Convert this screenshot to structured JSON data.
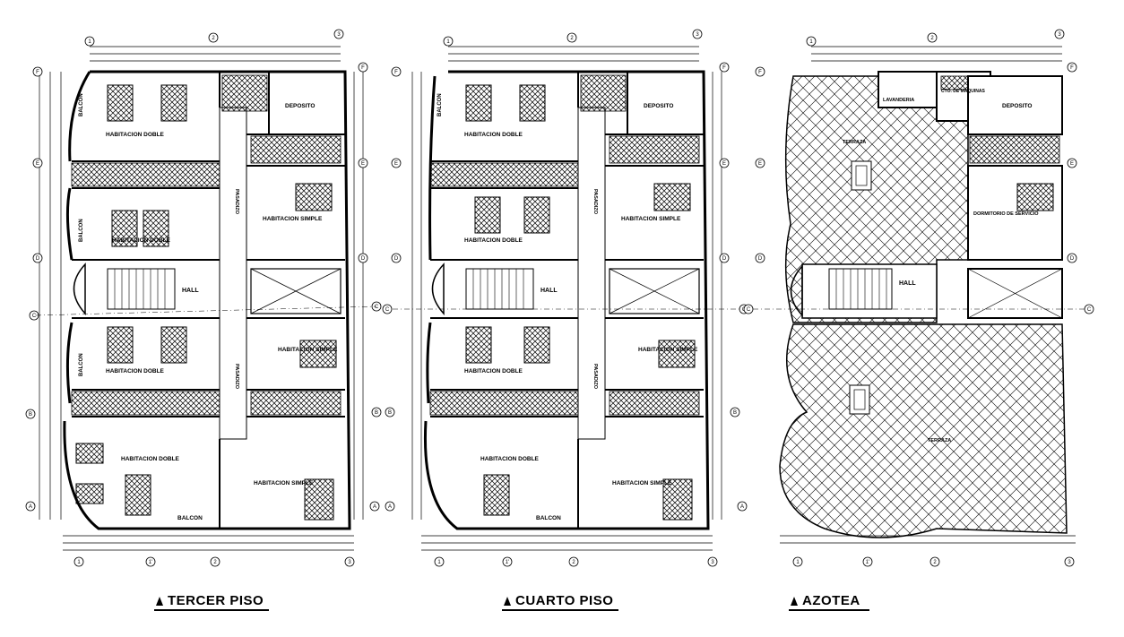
{
  "plans": [
    {
      "title": "TERCER PISO",
      "rooms": {
        "balcon_top": "BALCON",
        "hab_doble_1": "HABITACION DOBLE",
        "deposito": "DEPOSITO",
        "balcon_mid": "BALCON",
        "hab_doble_2": "HABITACION DOBLE",
        "hab_simple_1": "HABITACION SIMPLE",
        "pasadizo_1": "PASADIZO",
        "hall": "HALL",
        "balcon_low": "BALCON",
        "hab_doble_3": "HABITACION DOBLE",
        "hab_simple_2": "HABITACION SIMPLE",
        "pasadizo_2": "PASADIZO",
        "hab_doble_4": "HABITACION DOBLE",
        "hab_simple_3": "HABITACION SIMPLE",
        "balcon_bottom": "BALCON"
      }
    },
    {
      "title": "CUARTO PISO",
      "rooms": {
        "balcon_top": "BALCON",
        "hab_doble_1": "HABITACION DOBLE",
        "deposito": "DEPOSITO",
        "hab_doble_2": "HABITACION DOBLE",
        "hab_simple_1": "HABITACION SIMPLE",
        "pasadizo_1": "PASADIZO",
        "hall": "HALL",
        "hab_doble_3": "HABITACION DOBLE",
        "hab_simple_2": "HABITACION SIMPLE",
        "pasadizo_2": "PASADIZO",
        "hab_doble_4": "HABITACION DOBLE",
        "hab_simple_3": "HABITACION SIMPLE",
        "balcon_bottom": "BALCON"
      }
    },
    {
      "title": "AZOTEA",
      "rooms": {
        "lavanderia": "LAVANDERIA",
        "cto_maquinas": "CTO. DE MAQUINAS",
        "deposito": "DEPOSITO",
        "terraza_1": "TERRAZA",
        "dormitorio": "DORMITORIO DE SERVICIO",
        "hall": "HALL",
        "terraza_2": "TERRAZA"
      }
    }
  ],
  "grid_axes": {
    "top": [
      "1",
      "2",
      "3"
    ],
    "bottom": [
      "1",
      "1'",
      "2",
      "3"
    ],
    "left": [
      "F",
      "E",
      "D",
      "C",
      "B",
      "A"
    ],
    "right": [
      "F",
      "E",
      "D",
      "C",
      "B",
      "A"
    ]
  }
}
